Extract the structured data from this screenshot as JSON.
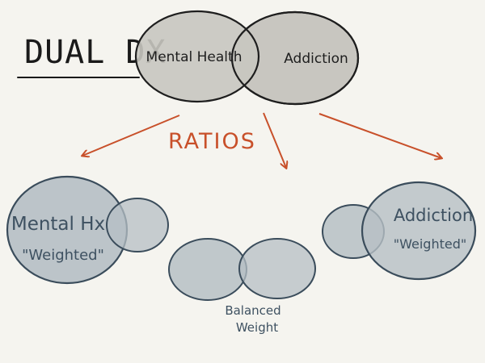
{
  "diagram": {
    "title": "DUAL DX",
    "top": {
      "left_label": "Mental Health",
      "right_label": "Addiction"
    },
    "ratios_label": "RATIOS",
    "groups": {
      "left": {
        "line1": "Mental Hx",
        "line2": "\"Weighted\""
      },
      "center": {
        "line1": "Balanced",
        "line2": "Weight"
      },
      "right": {
        "line1": "Addiction",
        "line2": "\"Weighted\""
      }
    },
    "colors": {
      "background": "#f5f4ef",
      "top_fill": "#c8c6c0",
      "blue_fill": "#b6bfc4",
      "blue_stroke": "#3a4c5b",
      "arrow": "#c8502a",
      "ink": "#1a1a1a"
    }
  }
}
